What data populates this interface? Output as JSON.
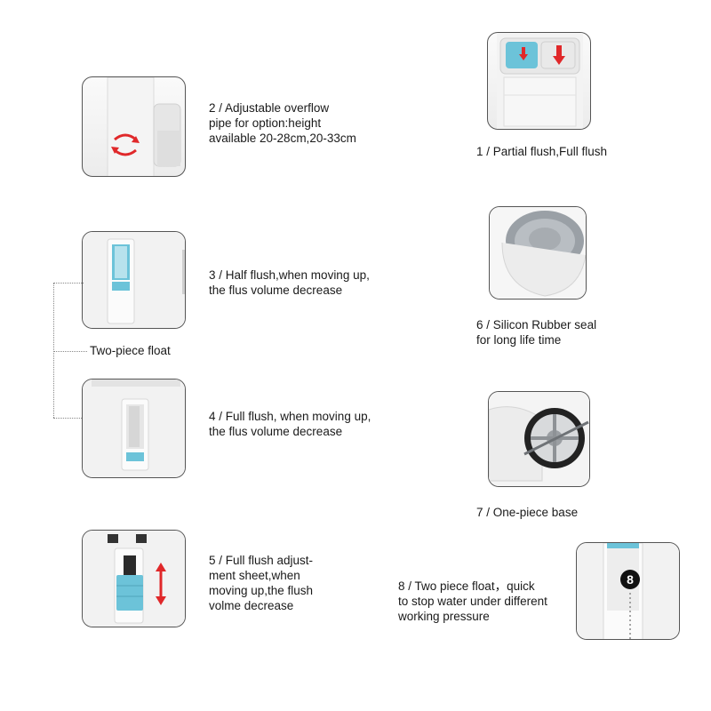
{
  "captions": {
    "c2": "2 / Adjustable overflow\npipe for option:height\navailable 20-28cm,20-33cm",
    "c1": "1 / Partial flush,Full flush",
    "c3": "3 / Half flush,when moving up,\nthe flus volume decrease",
    "c6": "6 / Silicon Rubber seal\nfor long life time",
    "c4": "4 / Full flush, when moving up,\nthe flus volume decrease",
    "c7": "7 / One-piece base",
    "c5": "5 / Full flush adjust-\nment sheet,when\nmoving up,the flush\nvolme decrease",
    "c8": "8 / Two piece float，quick\nto stop water under different\nworking pressure"
  },
  "float_label": "Two-piece float",
  "badge_number": "8",
  "colors": {
    "accent_blue": "#6cc3d9",
    "arrow_red": "#e0282a",
    "border": "#555555"
  }
}
